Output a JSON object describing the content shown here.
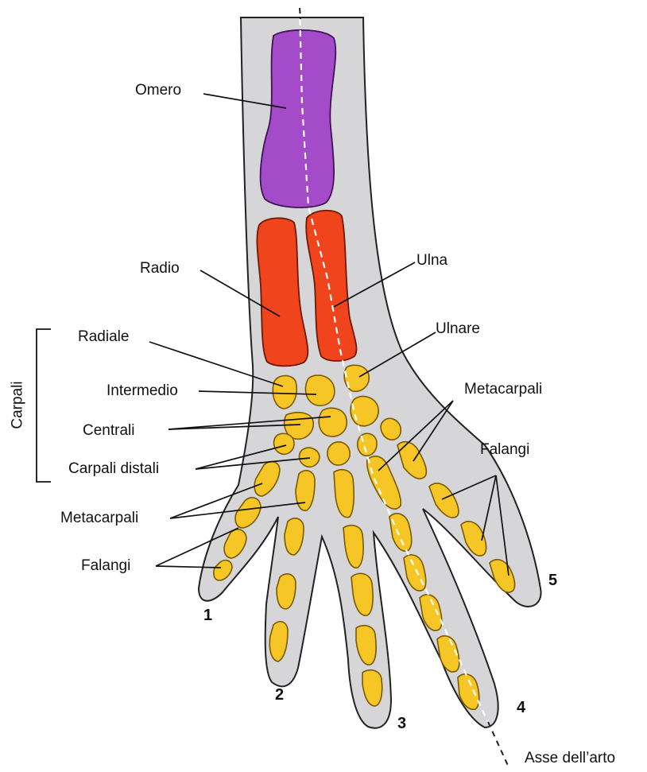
{
  "labels": {
    "omero": "Omero",
    "radio": "Radio",
    "ulna": "Ulna",
    "radiale": "Radiale",
    "ulnare": "Ulnare",
    "intermedio": "Intermedio",
    "centrali": "Centrali",
    "carpali_distali": "Carpali distali",
    "metacarpali_left": "Metacarpali",
    "metacarpali_right": "Metacarpali",
    "falangi_left": "Falangi",
    "falangi_right": "Falangi",
    "carpali_bracket": "Carpali",
    "asse": "Asse dell’arto"
  },
  "digits": [
    "1",
    "2",
    "3",
    "4",
    "5"
  ],
  "colors": {
    "skin": "#d6d6d9",
    "humerus": "#a34bc9",
    "radius_ulna": "#f0441c",
    "carpals_digits": "#f6c526"
  }
}
